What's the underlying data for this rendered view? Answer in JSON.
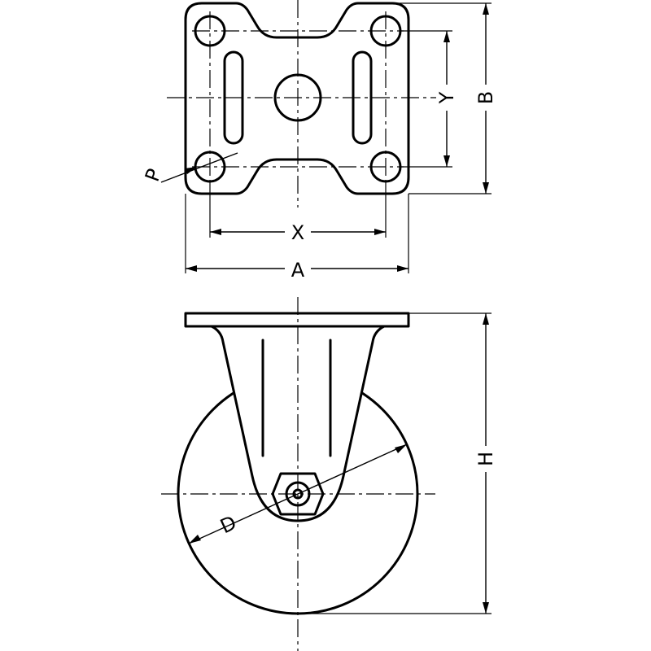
{
  "labels": {
    "p": "P",
    "x": "X",
    "a": "A",
    "y": "Y",
    "b": "B",
    "d": "D",
    "h": "H"
  }
}
